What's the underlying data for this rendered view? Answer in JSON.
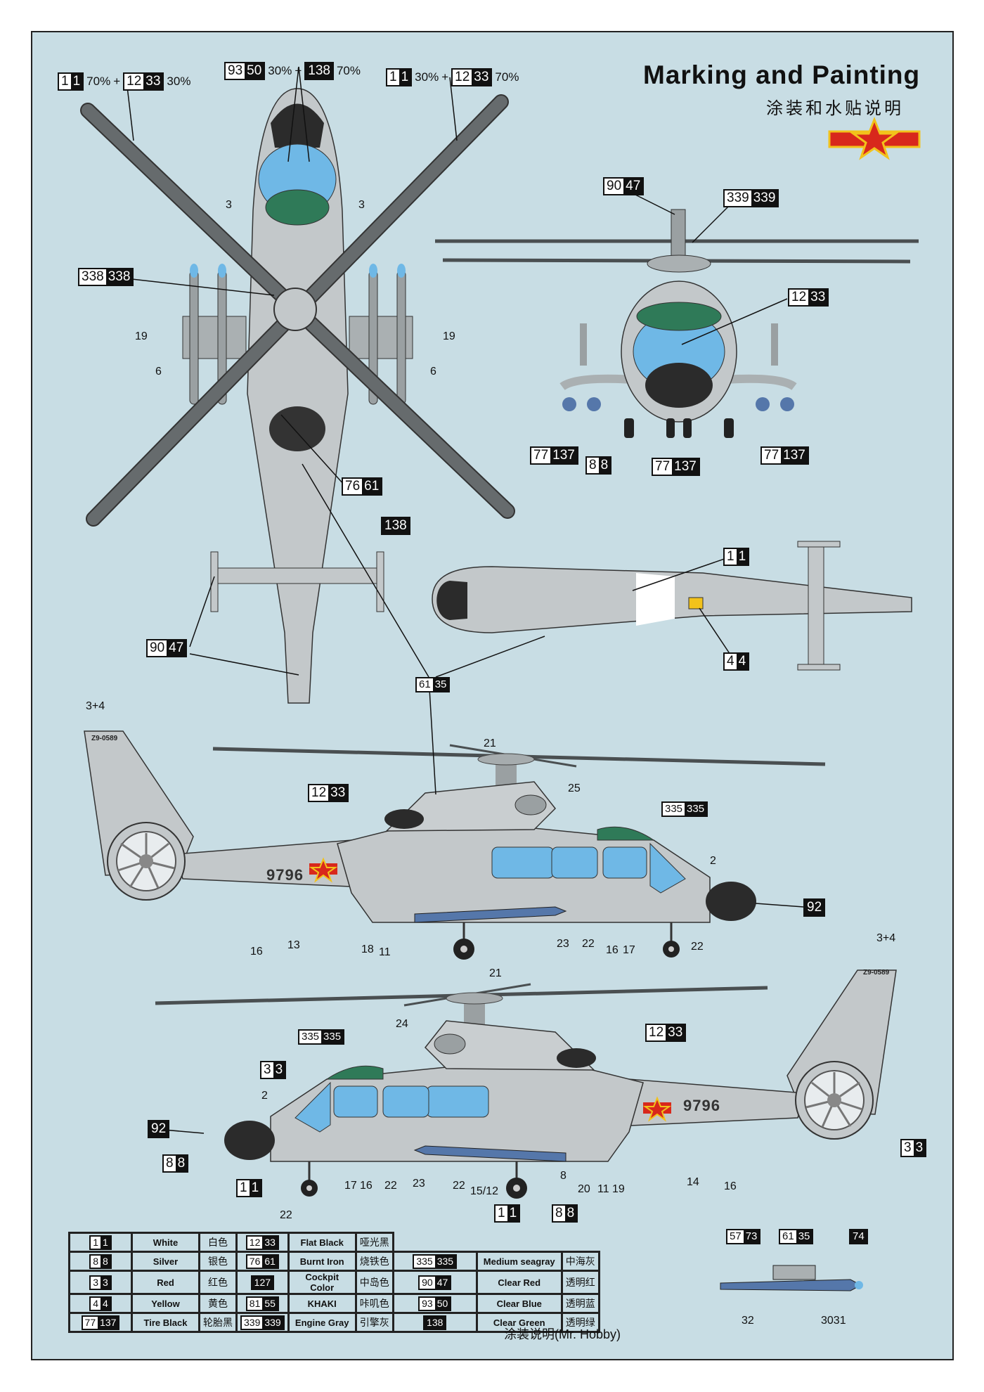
{
  "title": "Marking and Painting",
  "subtitle_cn": "涂装和水贴说明",
  "mixes": [
    {
      "a": {
        "w": "1",
        "b": "1"
      },
      "pa": "70%",
      "plus": "+",
      "c": {
        "w": "12",
        "b": "33"
      },
      "pc": "30%"
    },
    {
      "a": {
        "w": "93",
        "b": "50"
      },
      "pa": "30%",
      "plus": "+",
      "c": {
        "w": "",
        "b": "138"
      },
      "pc": "70%"
    },
    {
      "a": {
        "w": "1",
        "b": "1"
      },
      "pa": "30%",
      "plus": "+",
      "c": {
        "w": "12",
        "b": "33"
      },
      "pc": "70%"
    }
  ],
  "codes": [
    {
      "w": "90",
      "b": "47"
    },
    {
      "w": "339",
      "b": "339"
    },
    {
      "w": "338",
      "b": "338"
    },
    {
      "w": "12",
      "b": "33"
    },
    {
      "w": "77",
      "b": "137"
    },
    {
      "w": "8",
      "b": "8"
    },
    {
      "w": "77",
      "b": "137"
    },
    {
      "w": "77",
      "b": "137"
    },
    {
      "w": "76",
      "b": "61"
    },
    {
      "w": "",
      "b": "138"
    },
    {
      "w": "1",
      "b": "1"
    },
    {
      "w": "4",
      "b": "4"
    },
    {
      "w": "90",
      "b": "47"
    },
    {
      "w": "61",
      "b": "35"
    },
    {
      "w": "12",
      "b": "33"
    },
    {
      "w": "335",
      "b": "335"
    },
    {
      "w": "",
      "b": "92"
    },
    {
      "w": "335",
      "b": "335"
    },
    {
      "w": "12",
      "b": "33"
    },
    {
      "w": "3",
      "b": "3"
    },
    {
      "w": "",
      "b": "92"
    },
    {
      "w": "8",
      "b": "8"
    },
    {
      "w": "1",
      "b": "1"
    },
    {
      "w": "3",
      "b": "3"
    },
    {
      "w": "1",
      "b": "1"
    },
    {
      "w": "8",
      "b": "8"
    },
    {
      "w": "57",
      "b": "73"
    },
    {
      "w": "61",
      "b": "35"
    },
    {
      "w": "",
      "b": "74"
    }
  ],
  "part_numbers": [
    "3",
    "3",
    "19",
    "6",
    "19",
    "6",
    "3+4",
    "21",
    "25",
    "2",
    "16",
    "13",
    "18",
    "11",
    "23",
    "22",
    "16",
    "17",
    "22",
    "3+4",
    "21",
    "24",
    "2",
    "22",
    "17",
    "16",
    "22",
    "23",
    "22",
    "15/12",
    "8",
    "20",
    "11",
    "19",
    "14",
    "16",
    "32",
    "3031"
  ],
  "serial": "9796",
  "tail_reg": "Z9-0589",
  "legend": [
    [
      {
        "w": "1",
        "b": "1",
        "en": "White",
        "cn": "白色"
      },
      {
        "w": "12",
        "b": "33",
        "en": "Flat Black",
        "cn": "哑光黑"
      }
    ],
    [
      {
        "w": "8",
        "b": "8",
        "en": "Silver",
        "cn": "银色"
      },
      {
        "w": "76",
        "b": "61",
        "en": "Burnt Iron",
        "cn": "烧铁色"
      },
      {
        "w": "335",
        "b": "335",
        "en": "Medium seagray",
        "cn": "中海灰"
      }
    ],
    [
      {
        "w": "3",
        "b": "3",
        "en": "Red",
        "cn": "红色"
      },
      {
        "w": "",
        "b": "127",
        "en": "Cockpit Color",
        "cn": "中岛色"
      },
      {
        "w": "90",
        "b": "47",
        "en": "Clear Red",
        "cn": "透明红"
      }
    ],
    [
      {
        "w": "4",
        "b": "4",
        "en": "Yellow",
        "cn": "黄色"
      },
      {
        "w": "81",
        "b": "55",
        "en": "KHAKI",
        "cn": "咔叽色"
      },
      {
        "w": "93",
        "b": "50",
        "en": "Clear Blue",
        "cn": "透明蓝"
      }
    ],
    [
      {
        "w": "77",
        "b": "137",
        "en": "Tire Black",
        "cn": "轮胎黑"
      },
      {
        "w": "339",
        "b": "339",
        "en": "Engine Gray",
        "cn": "引擎灰"
      },
      {
        "w": "",
        "b": "138",
        "en": "Clear Green",
        "cn": "透明绿"
      }
    ]
  ],
  "caption": "涂装说明(Mr. Hobby)",
  "colors": {
    "background": "#c8dde4",
    "fuselage": "#c3c8ca",
    "rotor": "#5a5f61",
    "glass": "#6fb8e6",
    "insignia_red": "#d8281c",
    "insignia_yellow": "#f2c21b"
  }
}
